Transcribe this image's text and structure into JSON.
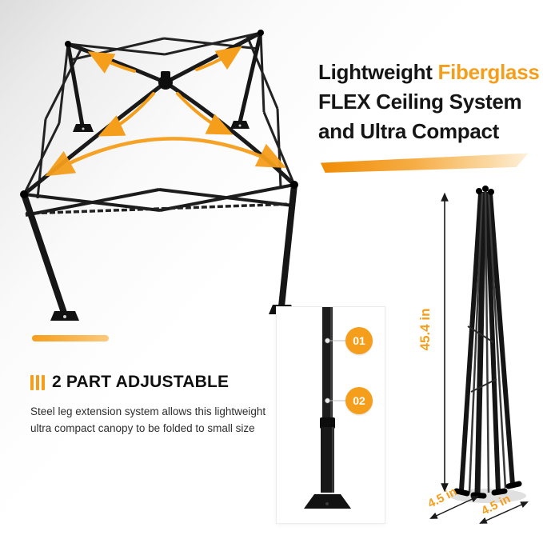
{
  "colors": {
    "accent_orange": "#F59E1B",
    "frame_black": "#161616"
  },
  "headline": {
    "line1_black": "Lightweight ",
    "line1_orange": "Fiberglass",
    "line2": "FLEX Ceiling System",
    "line3": "and Ultra Compact"
  },
  "feature": {
    "title": "2 PART ADJUSTABLE",
    "desc_line1": "Steel leg extension system allows this lightweight",
    "desc_line2": "ultra compact canopy to be folded to small size"
  },
  "leg_detail": {
    "callout1": "01",
    "callout2": "02"
  },
  "dimensions": {
    "height": "45.4 in",
    "base_width": "4.5 in",
    "base_depth": "4.5 in"
  }
}
